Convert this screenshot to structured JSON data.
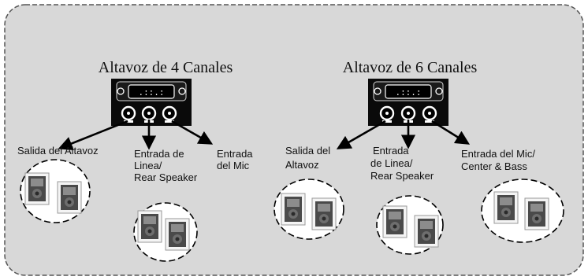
{
  "panel": {
    "background": "#d8d8d8",
    "border": "#555555"
  },
  "diagrams": [
    {
      "title": "Altavoz de 4 Canales",
      "labels": [
        {
          "lines": [
            "Salida del Altavoz"
          ]
        },
        {
          "lines": [
            "Entrada de",
            "Linea/",
            "Rear Speaker"
          ]
        },
        {
          "lines": [
            "Entrada",
            "del Mic"
          ]
        }
      ]
    },
    {
      "title": "Altavoz de 6 Canales",
      "labels": [
        {
          "lines": [
            "Salida del",
            "Altavoz"
          ]
        },
        {
          "lines": [
            "Entrada",
            "de Linea/",
            "Rear Speaker"
          ]
        },
        {
          "lines": [
            "Entrada del Mic/",
            "Center & Bass"
          ]
        }
      ]
    }
  ],
  "icons": {
    "port_panel": "audio-port-panel-icon",
    "speaker": "speaker-icon",
    "jack": "audio-jack-icon"
  }
}
